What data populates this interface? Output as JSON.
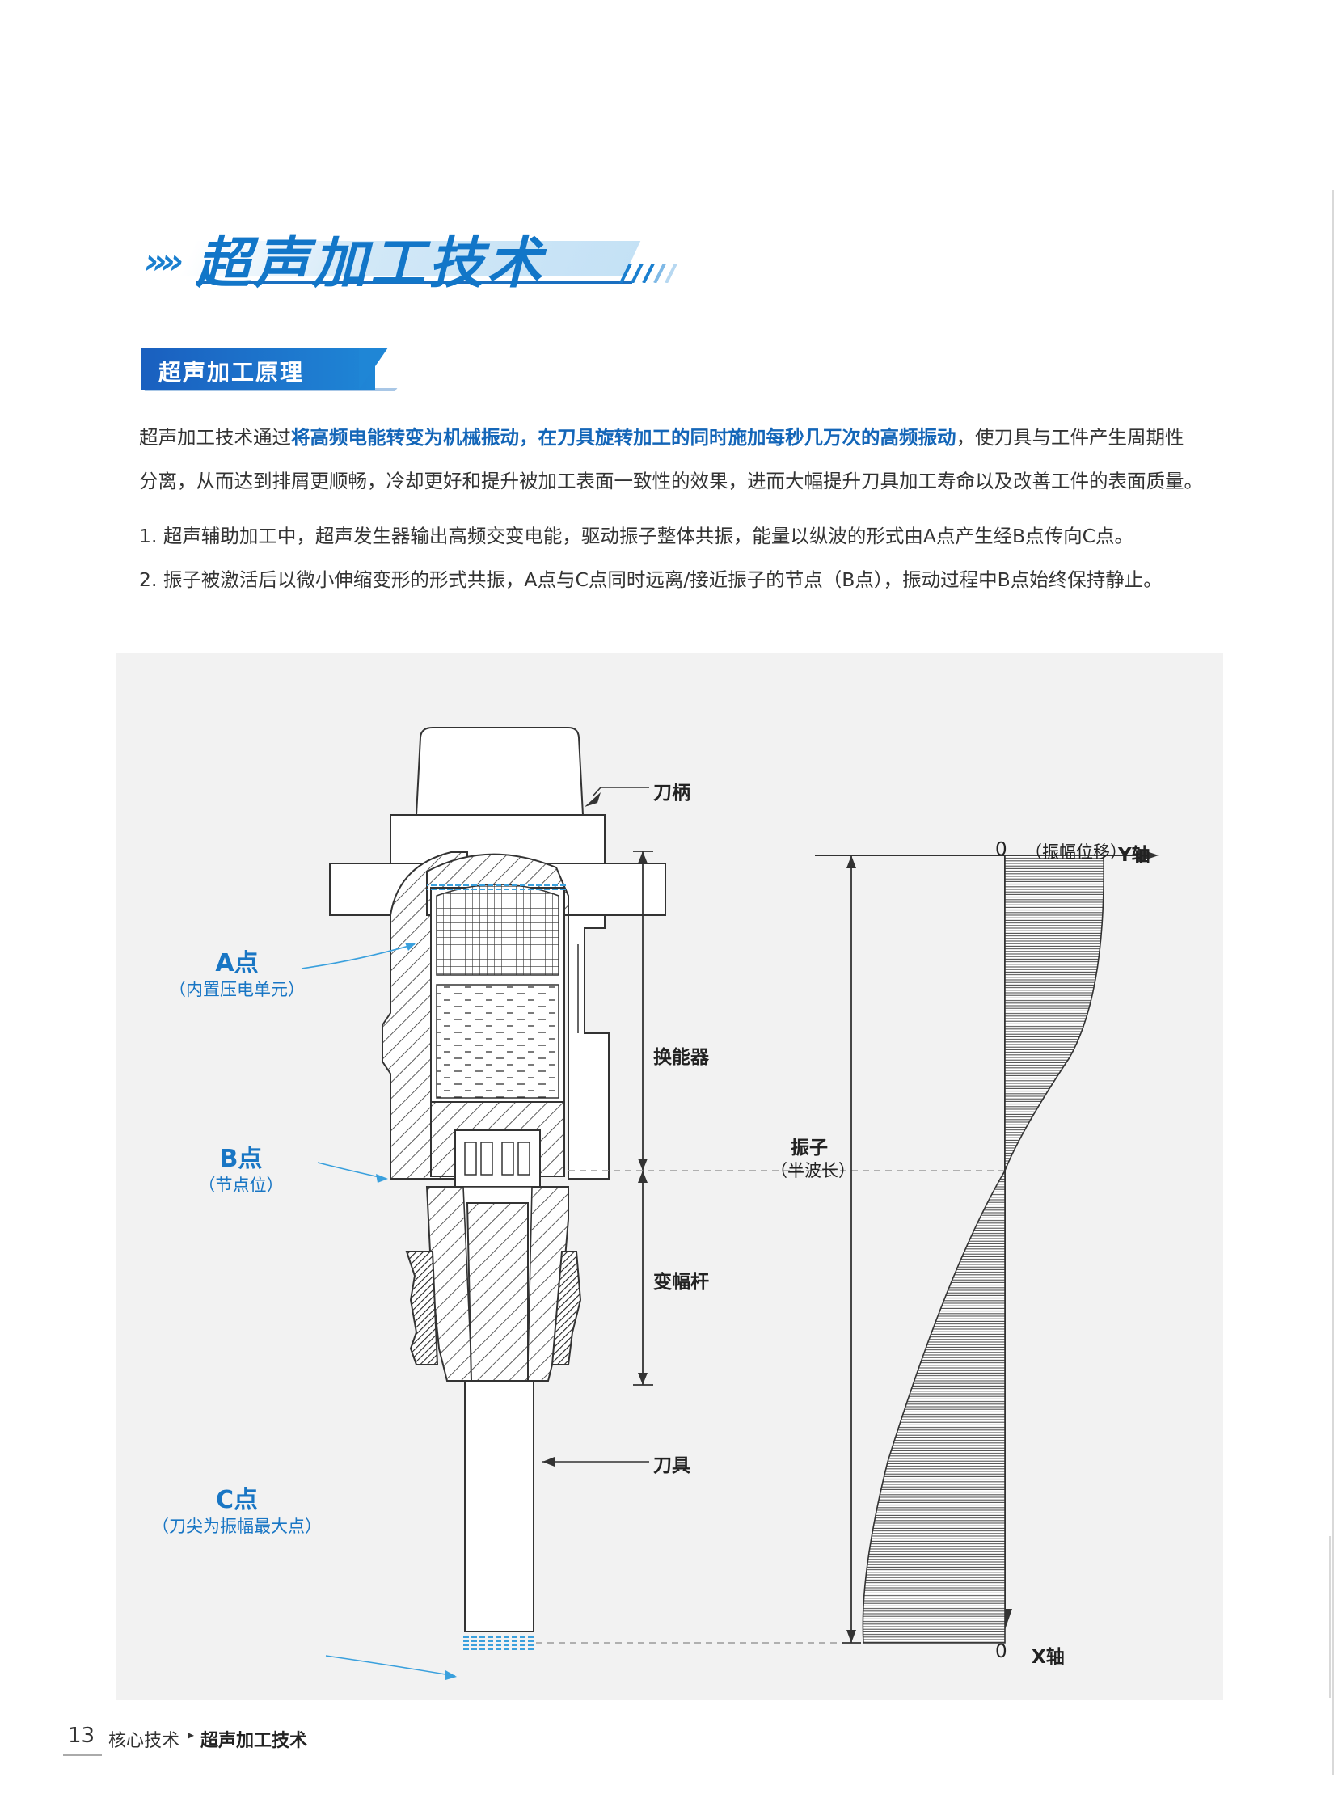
{
  "title": {
    "chevrons": "»»",
    "text": "超声加工技术"
  },
  "section": {
    "label": "超声加工原理"
  },
  "intro": {
    "line1_pre": "超声加工技术通过",
    "line1_bold": "将高频电能转变为机械振动，在刀具旋转加工的同时施加每秒几万次的高频振动",
    "line1_post": "，使刀具与工件产生周期性",
    "line2": "分离，从而达到排屑更顺畅，冷却更好和提升被加工表面一致性的效果，进而大幅提升刀具加工寿命以及改善工件的表面质量。"
  },
  "points": [
    "1. 超声辅助加工中，超声发生器输出高频交变电能，驱动振子整体共振，能量以纵波的形式由A点产生经B点传向C点。",
    "2. 振子被激活后以微小伸缩变形的形式共振，A点与C点同时远离/接近振子的节点（B点），振动过程中B点始终保持静止。"
  ],
  "diagram": {
    "labels": {
      "holder": "刀柄",
      "transducer": "换能器",
      "horn": "变幅杆",
      "tool": "刀具",
      "vibrator": "振子",
      "half_wave": "（半波长）",
      "y_zero": "0",
      "y_axis": "（振幅位移）",
      "y_axis_name": "Y轴",
      "x_zero": "0",
      "x_axis_name": "X轴"
    },
    "point_a": {
      "title": "A点",
      "sub": "（内置压电单元）"
    },
    "point_b": {
      "title": "B点",
      "sub": "（节点位）"
    },
    "point_c": {
      "title": "C点",
      "sub": "（刀尖为振幅最大点）"
    },
    "colors": {
      "accent": "#1976c4",
      "panel": "#f2f2f2",
      "hatch": "#555555"
    }
  },
  "footer": {
    "page_number": "13",
    "crumb": "核心技术",
    "separator": "▸",
    "current": "超声加工技术"
  }
}
